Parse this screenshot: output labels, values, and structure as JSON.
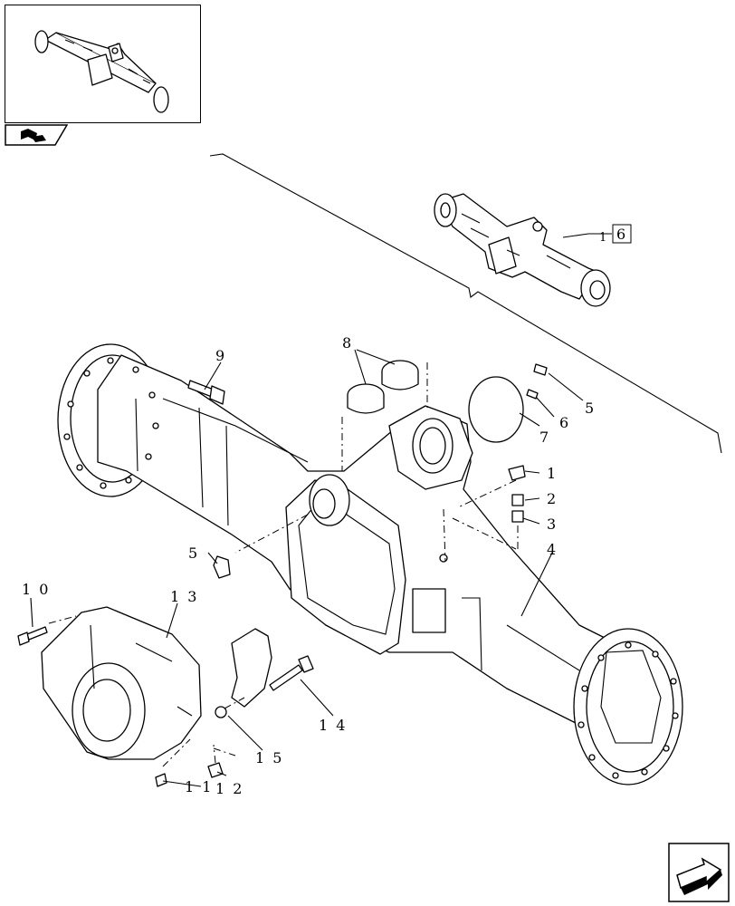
{
  "thumbnail": {
    "label": "Assembly overview thumbnail",
    "icon": "axle-thumbnail-icon"
  },
  "navigation": {
    "previous_icon": "book-page-icon",
    "next_icon": "next-arrow-icon"
  },
  "reference": {
    "prefix": "1",
    "boxed": "6"
  },
  "callouts": {
    "c1": "1",
    "c2": "2",
    "c3": "3",
    "c4": "4",
    "c5a": "5",
    "c5b": "5",
    "c6": "6",
    "c7": "7",
    "c8": "8",
    "c9": "9",
    "c10": "1 0",
    "c11": "1 1",
    "c12": "1 2",
    "c13": "1 3",
    "c14": "1 4",
    "c15": "1 5"
  },
  "colors": {
    "line": "#000000",
    "background": "#ffffff"
  }
}
